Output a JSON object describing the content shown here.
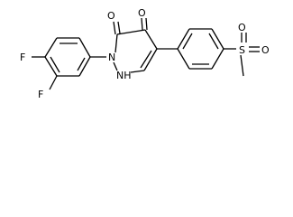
{
  "molecule": {
    "atoms": {
      "o_left": "O",
      "o_right": "O",
      "f_top": "F",
      "f_bottom": "F",
      "n2": "N",
      "nh": "NH",
      "s": "S",
      "o_sulfonyl_top": "O",
      "o_sulfonyl_right": "O"
    }
  }
}
